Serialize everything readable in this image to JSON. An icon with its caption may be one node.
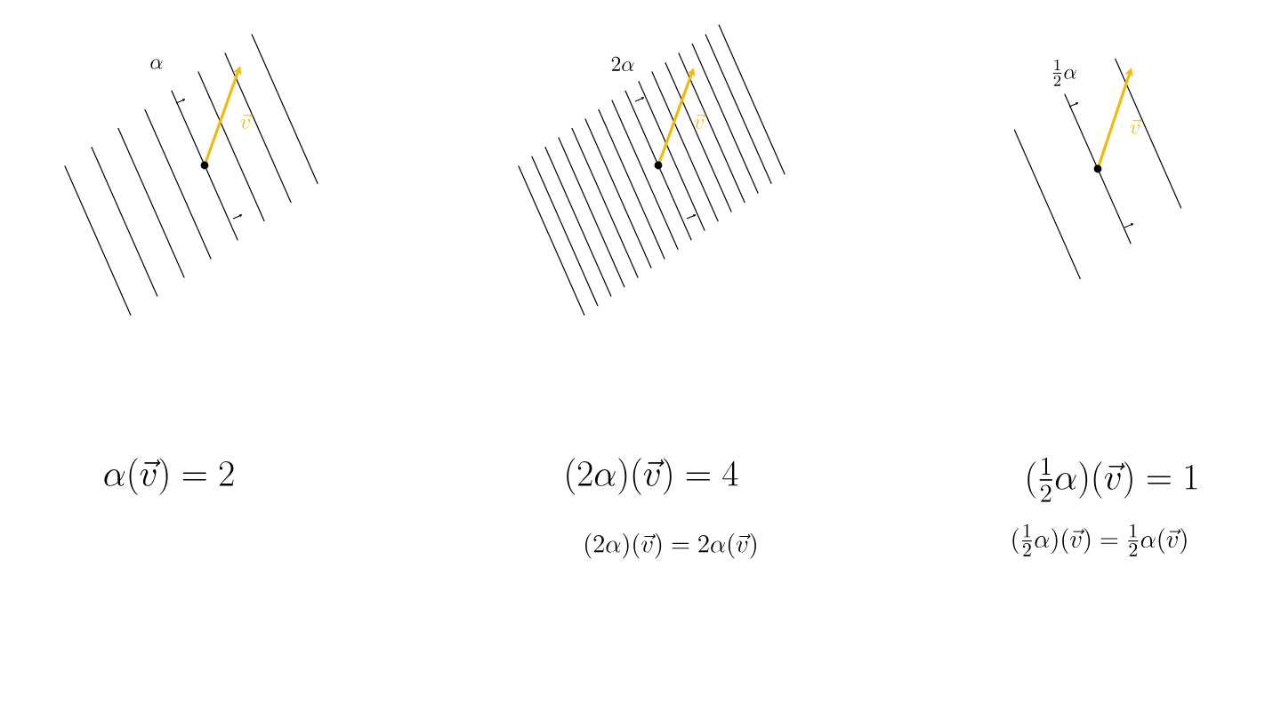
{
  "diagram": {
    "labels": [
      "\\alpha",
      "\\vec{v}",
      "2\\alpha",
      "\\vec{v}",
      "\\tfrac{1}{2}\\alpha",
      "\\vec{v}",
      "\\alpha(\\vec{v}) = 2",
      "(2\\alpha)(\\vec{v}) = 4",
      "(\\tfrac{1}{2}\\alpha)(\\vec{v}) = 1",
      "(2\\alpha)(\\vec{v}) = 2\\alpha(\\vec{v})",
      "(\\tfrac{1}{2}\\alpha)(\\vec{v}) = \\tfrac{1}{2}\\alpha(\\vec{v})"
    ]
  }
}
